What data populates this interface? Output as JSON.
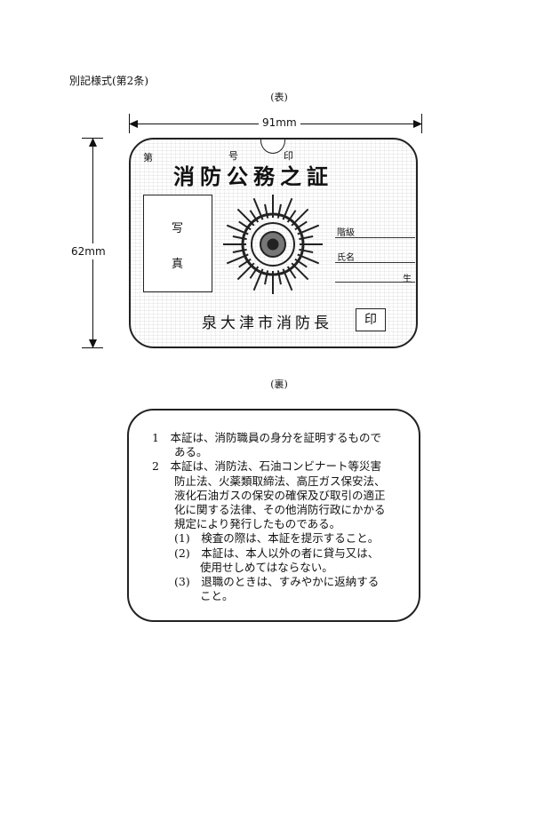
{
  "caption": "別記様式(第2条)",
  "front_label": "(表)",
  "back_label": "(裏)",
  "dimensions": {
    "width": "91mm",
    "height": "62mm"
  },
  "front": {
    "number_prefix": "第",
    "number_suffix": "号",
    "stamp_top": "印",
    "title": "消防公務之証",
    "photo_chars": [
      "写",
      "真"
    ],
    "fields": {
      "rank": "階級",
      "name": "氏名",
      "birth": "生"
    },
    "issuer": "泉大津市消防長",
    "seal": "印"
  },
  "back": {
    "lines": [
      "1　本証は、消防職員の身分を証明するもので",
      "　　ある。",
      "2　本証は、消防法、石油コンビナート等災害",
      "　　防止法、火薬類取締法、高圧ガス保安法、",
      "　　液化石油ガスの保安の確保及び取引の適正",
      "　　化に関する法律、その他消防行政にかかる",
      "　　規定により発行したものである。",
      "　　(1)　検査の際は、本証を提示すること。",
      "　　(2)　本証は、本人以外の者に貸与又は、",
      "　　　　 使用せしめてはならない。",
      "　　(3)　退職のときは、すみやかに返納する",
      "　　　　 こと。"
    ]
  }
}
